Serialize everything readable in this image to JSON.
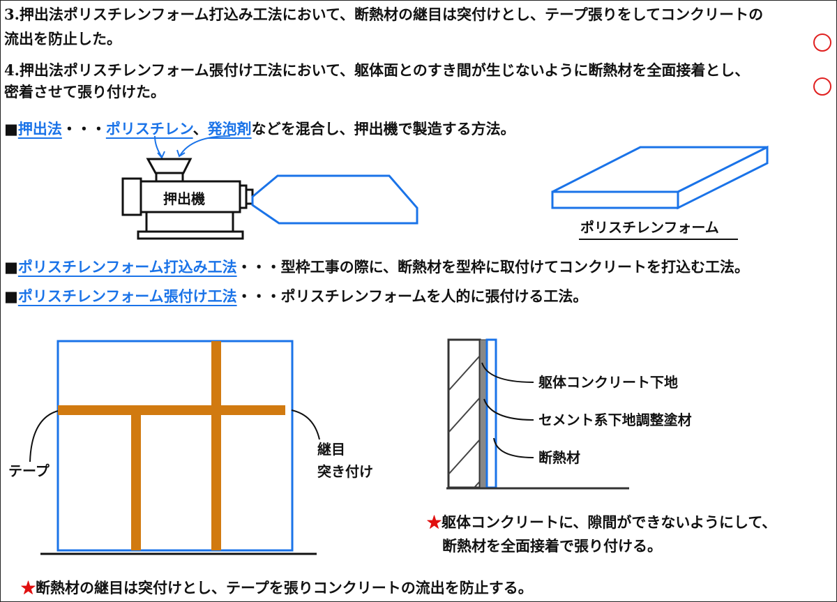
{
  "items": {
    "item3_line1": "3.押出法ポリスチレンフォーム打込み工法において、断熱材の継目は突付けとし、テープ張りをしてコンクリートの",
    "item3_line2": "流出を防止した。",
    "item4_line1": "4.押出法ポリスチレンフォーム張付け工法において、躯体面とのすき間が生じないように断熱材を全面接着とし、",
    "item4_line2": "密着させて張り付けた。",
    "mark_correct": "○"
  },
  "definitions": {
    "bullet": "■",
    "def1_term": "押出法",
    "def1_sep": "・・・",
    "def1_a": "ポリスチレン",
    "def1_comma": "、",
    "def1_b": "発泡剤",
    "def1_rest": "などを混合し、押出機で製造する方法。",
    "def2_term": "ポリスチレンフォーム打込み工法",
    "def2_rest": "・・・型枠工事の際に、断熱材を型枠に取付けてコンクリートを打込む工法。",
    "def3_term": "ポリスチレンフォーム張付け工法",
    "def3_rest": "・・・ポリスチレンフォームを人的に張付ける工法。"
  },
  "diagram_labels": {
    "extruder": "押出機",
    "foam_board": "ポリスチレンフォーム",
    "tape": "テープ",
    "joint_line1": "継目",
    "joint_line2": "突き付け",
    "wall_concrete": "躯体コンクリート下地",
    "wall_cement": "セメント系下地調整塗材",
    "wall_insulation": "断熱材"
  },
  "notes": {
    "star": "★",
    "note1_line1": "躯体コンクリートに、隙間ができないようにして、",
    "note1_line2": "断熱材を全面接着で張り付ける。",
    "note2": "断熱材の継目は突付けとし、テープを張りコンクリートの流出を防止する。"
  },
  "colors": {
    "accent_blue": "#1a73e8",
    "tape_orange": "#d17a10",
    "mark_red": "#e02020"
  }
}
